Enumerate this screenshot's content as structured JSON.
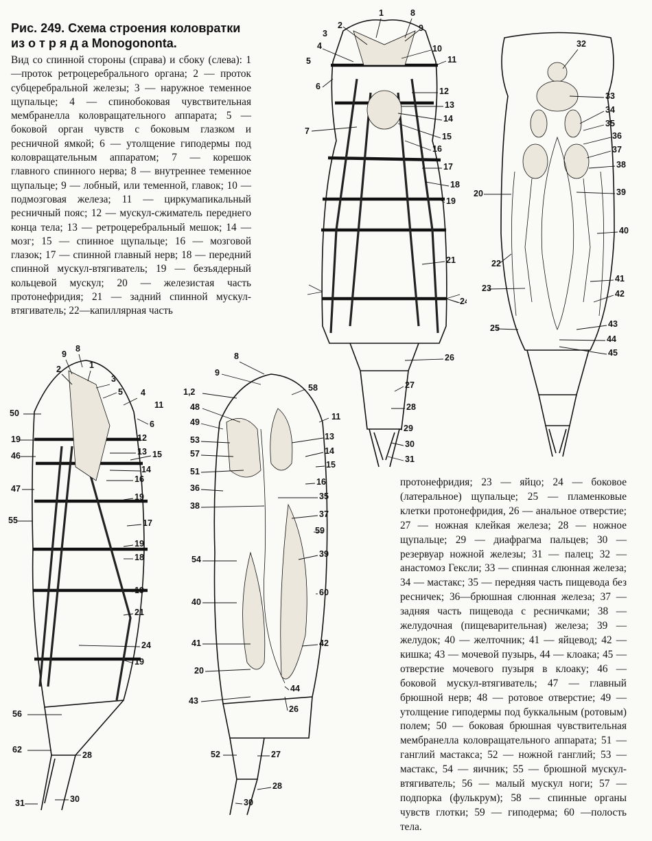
{
  "caption": {
    "title": "Рис. 249. Схема строения коловратки из о т р я д а Monogononta.",
    "text_top": "Вид со спинной стороны (справа) и сбоку (слева): 1 —проток ретроцеребрального органа; 2 — проток субцеребральной железы; 3 — наружное теменное щупальце; 4 — спинобоковая чувствительная мембранелла коловращательного аппарата; 5 — боковой орган чувств с боковым глазком и ресничной ямкой; 6 — утолщение гиподермы под коловращательным аппаратом; 7 — корешок главного спинного нерва; 8 — внутреннее теменное щупальце; 9 — лобный, или теменной, главок; 10 — подмозговая железа; 11 — циркумапикальный ресничный пояс; 12 — мускул-сжиматель переднего конца тела; 13 — ретроцеребральный мешок; 14 — мозг; 15 — спинное щупальце; 16 — мозговой глазок; 17 — спинной главный нерв; 18 — передний спинной мускул-втягиватель; 19 — безъядерный кольцевой мускул; 20 — железистая часть протонефридия; 21 — задний спинной мускул-втягиватель; 22—капиллярная часть",
    "text_bottom": "протонефридия; 23 — яйцо; 24 — боковое (латеральное) щупальце; 25 — пламенковые клетки протонефридия, 26 — анальное отверстие; 27 — ножная клейкая железа; 28 — ножное щупальце; 29 — диафрагма пальцев; 30 — резервуар ножной железы; 31 — палец; 32 — анастомоз Гексли; 33 — спинная слюнная железа; 34 — мастакс; 35 — передняя часть пищевода без ресничек; 36—брюшная слюнная железа; 37 — задняя часть пищевода с ресничками; 38 — желудочная (пищеварительная) железа; 39 — желудок; 40 — желточник; 41 — яйцевод; 42 — кишка; 43 — мочевой пузырь, 44 — клоака; 45 — отверстие мочевого пузыря в клоаку; 46 — боковой мускул-втягиватель; 47 — главный брюшной нерв; 48 — ротовое отверстие; 49 — утолщение гиподермы под буккальным (ротовым) полем; 50 — боковая брюшная чувствительная мембранелла коловращательного аппарата; 51 — ганглий мастакса; 52 — ножной ганглий; 53 — мастакс, 54 — яичник; 55 — брюшной мускул-втягиватель; 56 — малый мускул ноги; 57 —подпорка (фулькрум); 58 — спинные органы чувств глотки; 59 — гиподерма; 60 —полость тела."
  },
  "figures": {
    "dorsal_muscles": {
      "labels": [
        "1",
        "2",
        "3",
        "4",
        "5",
        "6",
        "7",
        "8",
        "9",
        "10",
        "11",
        "12",
        "13",
        "14",
        "15",
        "16",
        "17",
        "18",
        "19",
        "21",
        "24",
        "26",
        "27",
        "28",
        "29",
        "30",
        "31"
      ]
    },
    "dorsal_organs": {
      "labels": [
        "32",
        "33",
        "34",
        "35",
        "36",
        "37",
        "38",
        "39",
        "40",
        "41",
        "42",
        "43",
        "44",
        "45",
        "20",
        "22",
        "23",
        "25"
      ]
    },
    "lateral_muscles": {
      "labels": [
        "9",
        "8",
        "1",
        "2",
        "3",
        "5",
        "4",
        "11",
        "50",
        "6",
        "19",
        "12",
        "46",
        "13",
        "15",
        "14",
        "47",
        "16",
        "19",
        "55",
        "17",
        "19",
        "18",
        "19",
        "21",
        "24",
        "19",
        "56",
        "62",
        "28",
        "31",
        "30"
      ]
    },
    "lateral_organs": {
      "labels": [
        "8",
        "9",
        "1,2",
        "58",
        "48",
        "49",
        "11",
        "53",
        "13",
        "57",
        "14",
        "51",
        "15",
        "36",
        "16",
        "35",
        "38",
        "37",
        "59",
        "54",
        "39",
        "40",
        "60",
        "41",
        "42",
        "20",
        "44",
        "43",
        "26",
        "52",
        "27",
        "28",
        "30"
      ]
    }
  }
}
